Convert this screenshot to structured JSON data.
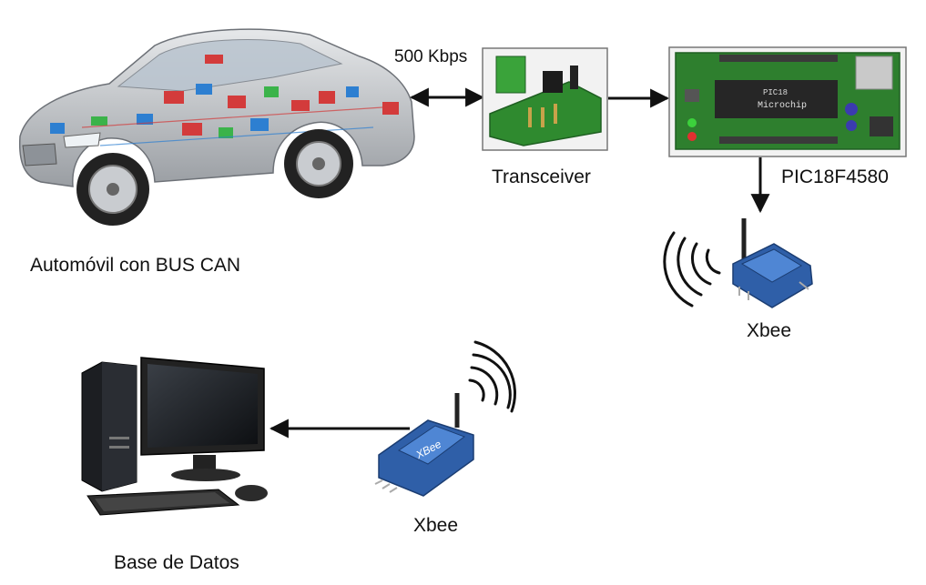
{
  "labels": {
    "car": "Automóvil con BUS CAN",
    "bitrate": "500 Kbps",
    "transceiver": "Transceiver",
    "microcontroller": "PIC18F4580",
    "xbee_remote": "Xbee",
    "xbee_base": "Xbee",
    "database": "Base de Datos"
  },
  "board_text": {
    "chip_line1": "PIC18",
    "chip_line2": "Microchip",
    "xbee_brand": "XBee"
  },
  "colors": {
    "pcb_green": "#2f8a2f",
    "pcb_dark": "#1f5f22",
    "xbee_blue": "#2f5fa8",
    "arrow": "#111111",
    "car_body": "#c8cbcf"
  },
  "icons": [
    "car",
    "transceiver-board",
    "pic-board",
    "xbee-module",
    "wireless-signal",
    "desktop-computer"
  ]
}
